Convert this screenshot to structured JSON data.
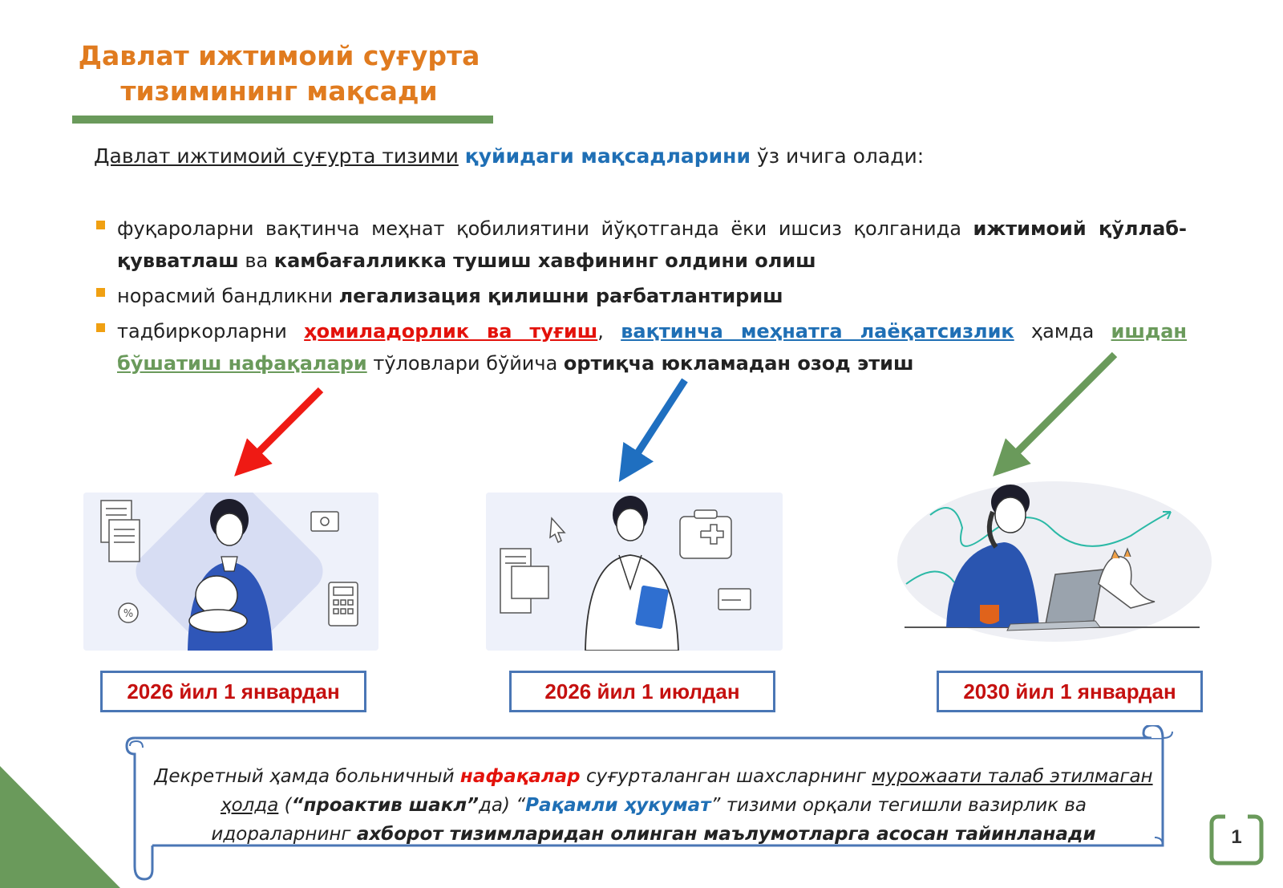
{
  "title": {
    "line1": "Давлат ижтимоий суғурта",
    "line2": "тизимининг мақсади"
  },
  "intro": {
    "part1": "Давлат ижтимоий суғурта тизими",
    "part2": "қуйидаги мақсадларини",
    "part3": "ўз ичига олади:"
  },
  "bullets": [
    {
      "t1": "фуқароларни вақтинча меҳнат қобилиятини йўқотганда ёки ишсиз қолганида ",
      "b1": "ижтимоий қўллаб-қувватлаш",
      "t2": " ва ",
      "b2": "камбағалликка тушиш хавфининг олдини олиш"
    },
    {
      "t1": "норасмий бандликни ",
      "b1": "легализация қилишни рағбатлантириш"
    },
    {
      "t1": "тадбиркорларни ",
      "red": "ҳомиладорлик ва туғиш",
      "comma": ", ",
      "blue": "вақтинча меҳнатга лаёқатсизлик",
      "t2": " ҳамда ",
      "green": "ишдан бўшатиш нафақалари",
      "t3": " тўловлари бўйича ",
      "b1": "ортиқча юкламадан озод этиш"
    }
  ],
  "dates": [
    "2026 йил 1 январдан",
    "2026 йил 1 июлдан",
    "2030 йил 1 январдан"
  ],
  "note": {
    "n1": "Декретный ҳамда больничный ",
    "n2": "нафақалар",
    "n3": " суғурталанган шахсларнинг ",
    "n4": "мурожаати талаб этилмаган ҳолда",
    "n5": " (",
    "n6": "“проактив шакл”",
    "n7": "да) “",
    "n8": "Рақамли ҳукумат",
    "n9": "” тизими орқали тегишли вазирлик ва идораларнинг ",
    "n10": "ахборот тизимларидан олинган маълумотларга асосан тайинланади"
  },
  "page_number": "1",
  "colors": {
    "title": "#e07b1f",
    "accent_green": "#6a9a5b",
    "accent_blue": "#1f6fb5",
    "accent_red": "#e3120b",
    "date_text": "#c5100f",
    "date_border": "#4a76b5",
    "bullet": "#f0a012"
  },
  "icons": {
    "illustration1": "mother-with-baby-illustration",
    "illustration2": "doctor-illustration",
    "illustration3": "worried-person-at-laptop-illustration"
  }
}
